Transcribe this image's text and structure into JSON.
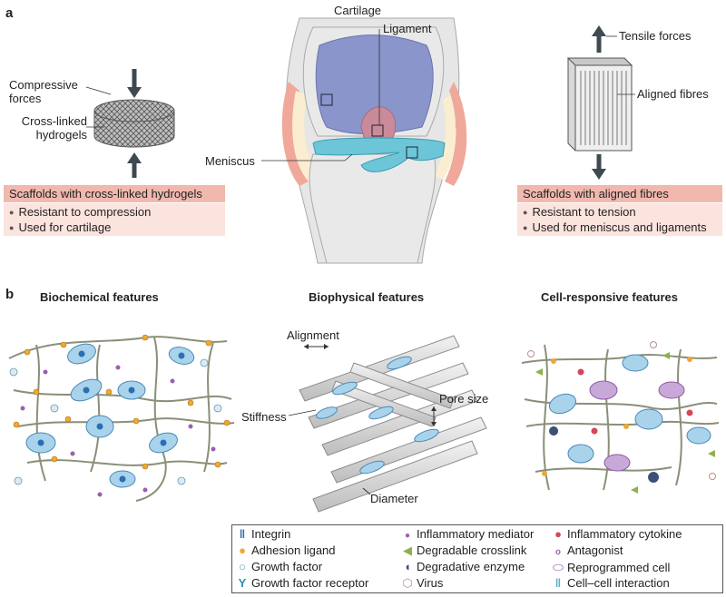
{
  "panel_a": {
    "letter": "a",
    "compressive_forces": "Compressive forces",
    "cross_linked_hydrogels": "Cross-linked hydrogels",
    "left_box": {
      "title": "Scaffolds with cross-linked hydrogels",
      "bullets": [
        "Resistant to compression",
        "Used for cartilage"
      ]
    },
    "knee": {
      "cartilage": "Cartilage",
      "ligament": "Ligament",
      "meniscus": "Meniscus"
    },
    "tensile_forces": "Tensile forces",
    "aligned_fibres": "Aligned fibres",
    "right_box": {
      "title": "Scaffolds with aligned fibres",
      "bullets": [
        "Resistant to tension",
        "Used for meniscus and ligaments"
      ]
    }
  },
  "panel_b": {
    "letter": "b",
    "biochemical": "Biochemical features",
    "biophysical": "Biophysical features",
    "cell_responsive": "Cell-responsive features",
    "alignment": "Alignment",
    "stiffness": "Stiffness",
    "pore_size": "Pore size",
    "diameter": "Diameter"
  },
  "legend": [
    {
      "label": "Integrin",
      "icon": "integrin-icon",
      "color": "#2a6fb5"
    },
    {
      "label": "Adhesion ligand",
      "icon": "adhesion-ligand-icon",
      "color": "#f0a830"
    },
    {
      "label": "Growth factor",
      "icon": "growth-factor-icon",
      "color": "#cfe3ee"
    },
    {
      "label": "Growth factor receptor",
      "icon": "growth-factor-receptor-icon",
      "color": "#2a8fb5"
    },
    {
      "label": "Inflammatory mediator",
      "icon": "inflammatory-mediator-icon",
      "color": "#9b5fb0"
    },
    {
      "label": "Degradable crosslink",
      "icon": "degradable-crosslink-icon",
      "color": "#8fb04a"
    },
    {
      "label": "Degradative enzyme",
      "icon": "degradative-enzyme-icon",
      "color": "#3d4f7a"
    },
    {
      "label": "Virus",
      "icon": "virus-icon",
      "color": "#e8c8c0"
    },
    {
      "label": "Inflammatory cytokine",
      "icon": "inflammatory-cytokine-icon",
      "color": "#d8455a"
    },
    {
      "label": "Antagonist",
      "icon": "antagonist-icon",
      "color": "#a070b0"
    },
    {
      "label": "Reprogrammed cell",
      "icon": "reprogrammed-cell-icon",
      "color": "#c8a8d8"
    },
    {
      "label": "Cell–cell interaction",
      "icon": "cell-cell-interaction-icon",
      "color": "#5ab0d8"
    }
  ]
}
